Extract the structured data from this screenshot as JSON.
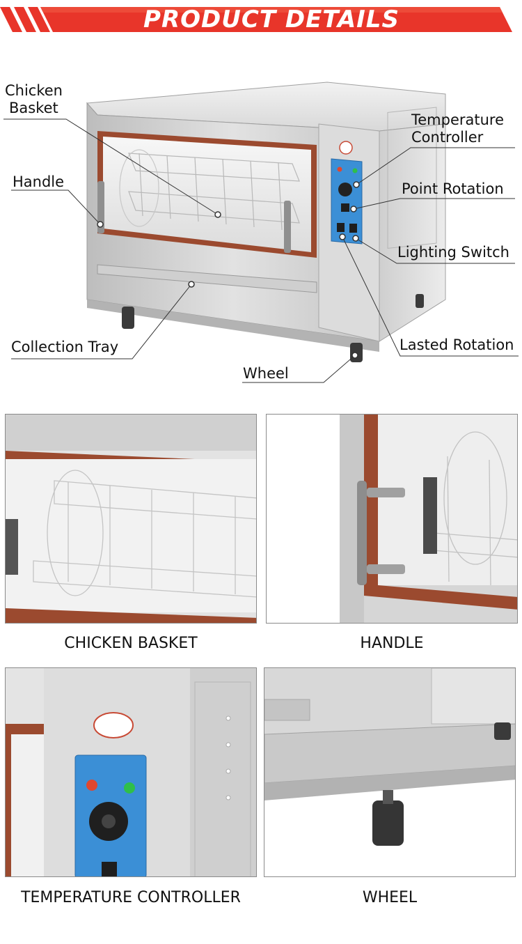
{
  "header": {
    "title": "PRODUCT DETAILS"
  },
  "callouts": {
    "chicken_basket": [
      "Chicken",
      "Basket"
    ],
    "temperature_controller": [
      "Temperature",
      "Controller"
    ],
    "handle": "Handle",
    "point_rotation": "Point Rotation",
    "lighting_switch": "Lighting Switch",
    "collection_tray": "Collection Tray",
    "lasted_rotation": "Lasted Rotation",
    "wheel": "Wheel"
  },
  "panels": {
    "chicken_basket": "CHICKEN BASKET",
    "handle": "HANDLE",
    "temperature_controller": "TEMPERATURE CONTROLLER",
    "wheel": "WHEEL"
  },
  "colors": {
    "banner_red": "#e8352a",
    "steel_light": "#e6e6e6",
    "steel_mid": "#c9c9c9",
    "steel_dark": "#9c9c9c",
    "door_frame": "#9b4a2f",
    "control_blue": "#3b8fd6"
  }
}
